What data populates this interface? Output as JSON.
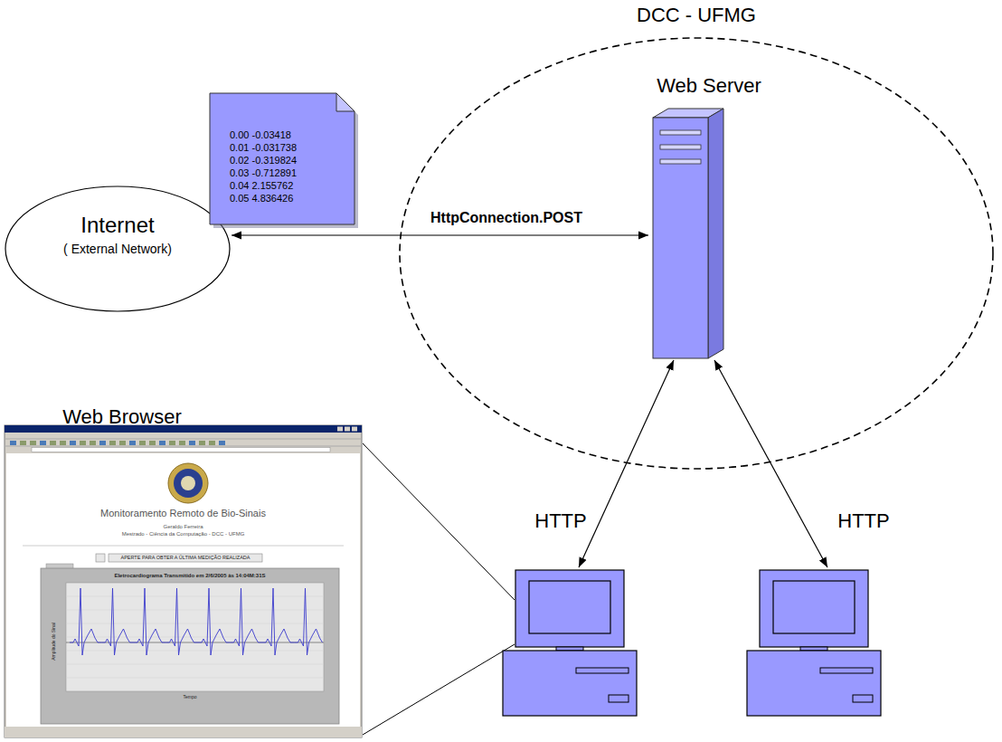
{
  "diagram": {
    "nodes": [
      {
        "text": [
          "DCC - UFMG"
        ]
      },
      {
        "text": [
          "Web Server"
        ],
        "in": 0
      },
      {
        "text": [
          "Internet",
          "( External Network)"
        ]
      },
      {
        "text": [
          "0.00 -0.03418",
          "0.01 -0.031738",
          "0.02 -0.319824",
          "0.03 -0.712891",
          "0.04 2.155762",
          "0.05 4.836426"
        ]
      },
      {
        "text": [
          "Web Browser",
          "Monitoramento Remoto de Bio-Sinais",
          "Geraldo Ferreira",
          "Mestrado - Ciência da Computação - DCC - UFMG",
          "APERTE PARA OBTER A ÚLTIMA MEDIÇÃO REALIZADA",
          "Eletrocardiograma Transmitido em 2/6/2005 às 14:04M:31S",
          "Amplitude do Sinal",
          "Tempo"
        ]
      },
      {
        "text": []
      },
      {
        "text": []
      }
    ],
    "edges": [
      {
        "from": 2,
        "to": 1,
        "arrow": "both",
        "label": "HttpConnection.POST"
      },
      {
        "from": 1,
        "to": 5,
        "arrow": "both",
        "label": "HTTP"
      },
      {
        "from": 1,
        "to": 6,
        "arrow": "both",
        "label": "HTTP"
      }
    ]
  }
}
